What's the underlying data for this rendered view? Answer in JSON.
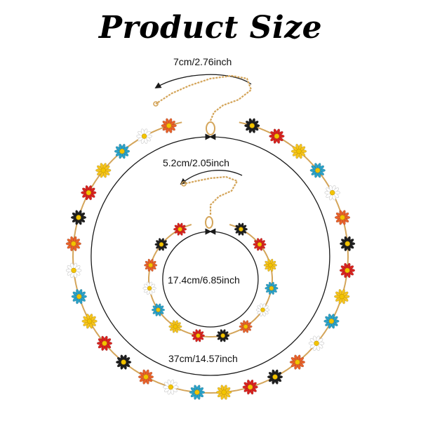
{
  "title": "Product Size",
  "measurements": {
    "necklace_extender": "7cm/2.76inch",
    "bracelet_extender": "5.2cm/2.05inch",
    "bracelet_length": "17.4cm/6.85inch",
    "necklace_length": "37cm/14.57inch"
  },
  "colors": {
    "chain": "#d4a55a",
    "arrow": "#1a1a1a",
    "petals": [
      "#1f1f1f",
      "#d8231f",
      "#f6c41c",
      "#2aa2c8",
      "#ffffff",
      "#e8612a"
    ],
    "center": "#f3c400"
  },
  "flower_icon": "daisy-charm-icon"
}
